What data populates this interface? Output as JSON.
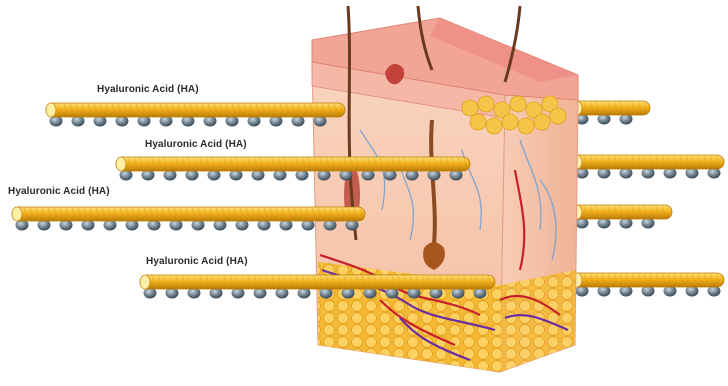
{
  "labels": {
    "rod_1": "Hyaluronic Acid (HA)",
    "rod_2": "Hyaluronic Acid (HA)",
    "rod_3": "Hyaluronic Acid (HA)",
    "rod_4": "Hyaluronic Acid (HA)"
  },
  "colors": {
    "rod_light": "#ffe27a",
    "rod_mid": "#f2b21c",
    "rod_dark": "#b97a06",
    "bead": "#4c5e6c",
    "bead_light": "#c9d6de",
    "skin_surface": "#ef8f87",
    "epidermis": "#f6b8a6",
    "dermis": "#f7c9b2",
    "fat": "#f7c43c",
    "vessel_red": "#c7202c",
    "vessel_purple": "#6d2ea0",
    "nerve_blue": "#6a9ed6",
    "hair": "#6a3a1e"
  }
}
